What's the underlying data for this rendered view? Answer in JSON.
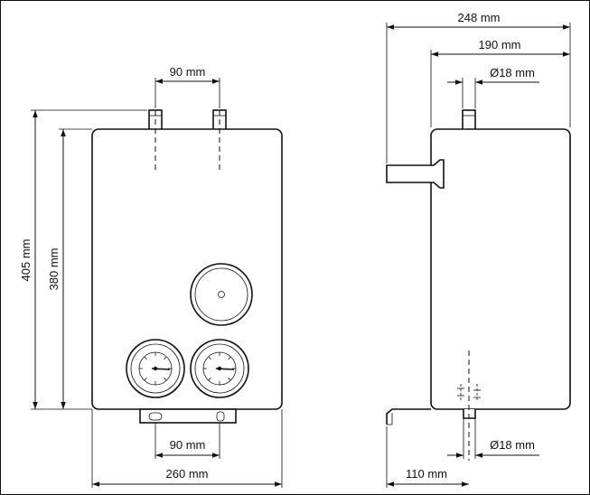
{
  "front_view": {
    "top_pipe_spacing": "90 mm",
    "bottom_pipe_spacing": "90 mm",
    "width": "260 mm",
    "total_height": "405 mm",
    "body_height": "380 mm"
  },
  "side_view": {
    "total_depth": "248 mm",
    "body_depth": "190 mm",
    "top_pipe_diameter": "Ø18 mm",
    "bottom_pipe_diameter": "Ø18 mm",
    "bracket_depth": "110 mm"
  }
}
